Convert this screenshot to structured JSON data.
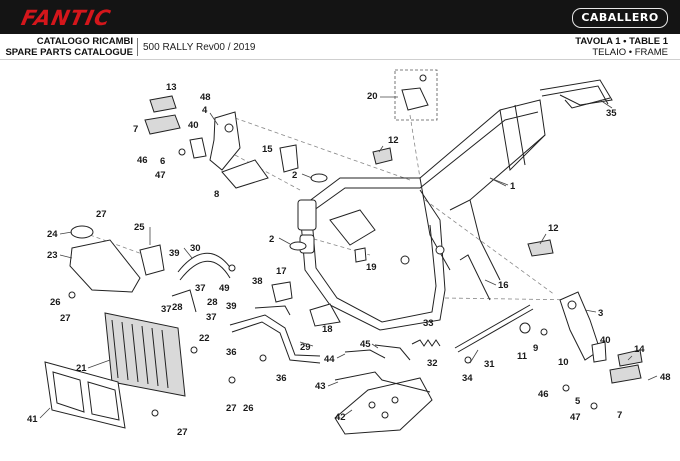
{
  "brand": {
    "logo_text": "FANTIC",
    "model_badge": "CABALLERO"
  },
  "header": {
    "catalog_it": "CATALOGO RICAMBI",
    "catalog_en": "SPARE PARTS CATALOGUE",
    "model_revision": "500 RALLY Rev00 / 2019",
    "table_number": "TAVOLA 1 • TABLE 1",
    "table_title": "TELAIO • FRAME"
  },
  "callouts": [
    "1",
    "2",
    "2",
    "3",
    "4",
    "5",
    "6",
    "7",
    "7",
    "8",
    "9",
    "10",
    "11",
    "12",
    "12",
    "13",
    "14",
    "15",
    "16",
    "17",
    "18",
    "19",
    "20",
    "21",
    "22",
    "23",
    "24",
    "25",
    "26",
    "26",
    "27",
    "27",
    "27",
    "27",
    "28",
    "28",
    "29",
    "30",
    "31",
    "32",
    "33",
    "34",
    "35",
    "36",
    "36",
    "37",
    "37",
    "37",
    "38",
    "39",
    "39",
    "40",
    "40",
    "41",
    "42",
    "43",
    "44",
    "45",
    "46",
    "46",
    "47",
    "47",
    "48",
    "48",
    "49"
  ],
  "colors": {
    "brand_red": "#d4161b",
    "topbar": "#141414"
  }
}
